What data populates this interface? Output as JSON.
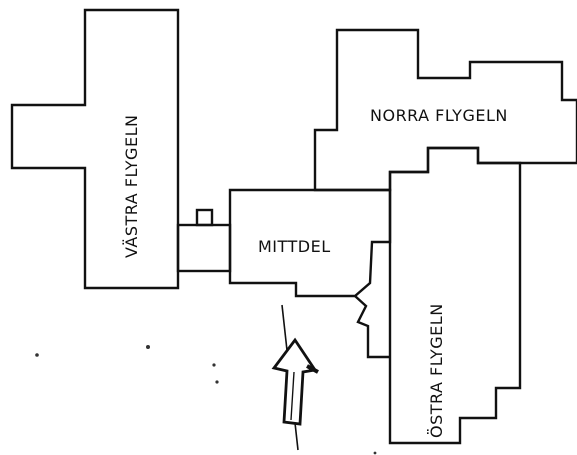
{
  "plan": {
    "wings": {
      "vastra": {
        "label": "VÄSTRA FLYGELN",
        "hatched": true
      },
      "norra": {
        "label": "NORRA FLYGELN",
        "hatched": false
      },
      "ostra": {
        "label": "ÖSTRA FLYGELN",
        "hatched": false
      },
      "mittdel": {
        "label": "MITTDEL",
        "hatched": false
      }
    },
    "connector": {
      "hatched": true
    },
    "entrance_arrow": {
      "direction": "north"
    }
  }
}
